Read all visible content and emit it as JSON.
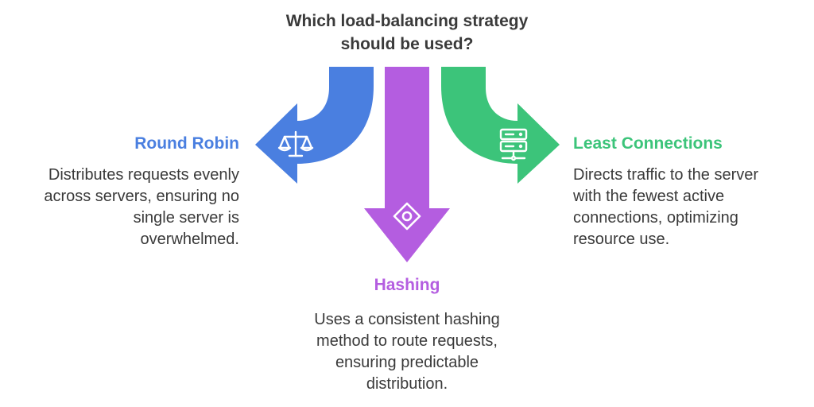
{
  "question": {
    "line1": "Which load-balancing strategy",
    "line2": "should be used?"
  },
  "options": {
    "round_robin": {
      "title": "Round Robin",
      "description_lines": [
        "Distributes requests evenly",
        "across servers, ensuring no",
        "single server is",
        "overwhelmed."
      ],
      "color": "#4a7fe0",
      "icon": "balance-scale-icon"
    },
    "hashing": {
      "title": "Hashing",
      "description_lines": [
        "Uses a consistent hashing",
        "method to route requests,",
        "ensuring predictable",
        "distribution."
      ],
      "color": "#b45de0",
      "icon": "diamond-target-icon"
    },
    "least_connections": {
      "title": "Least Connections",
      "description_lines": [
        "Directs traffic to the server",
        "with the fewest active",
        "connections, optimizing",
        "resource use."
      ],
      "color": "#3cc47a",
      "icon": "server-rack-icon"
    }
  }
}
